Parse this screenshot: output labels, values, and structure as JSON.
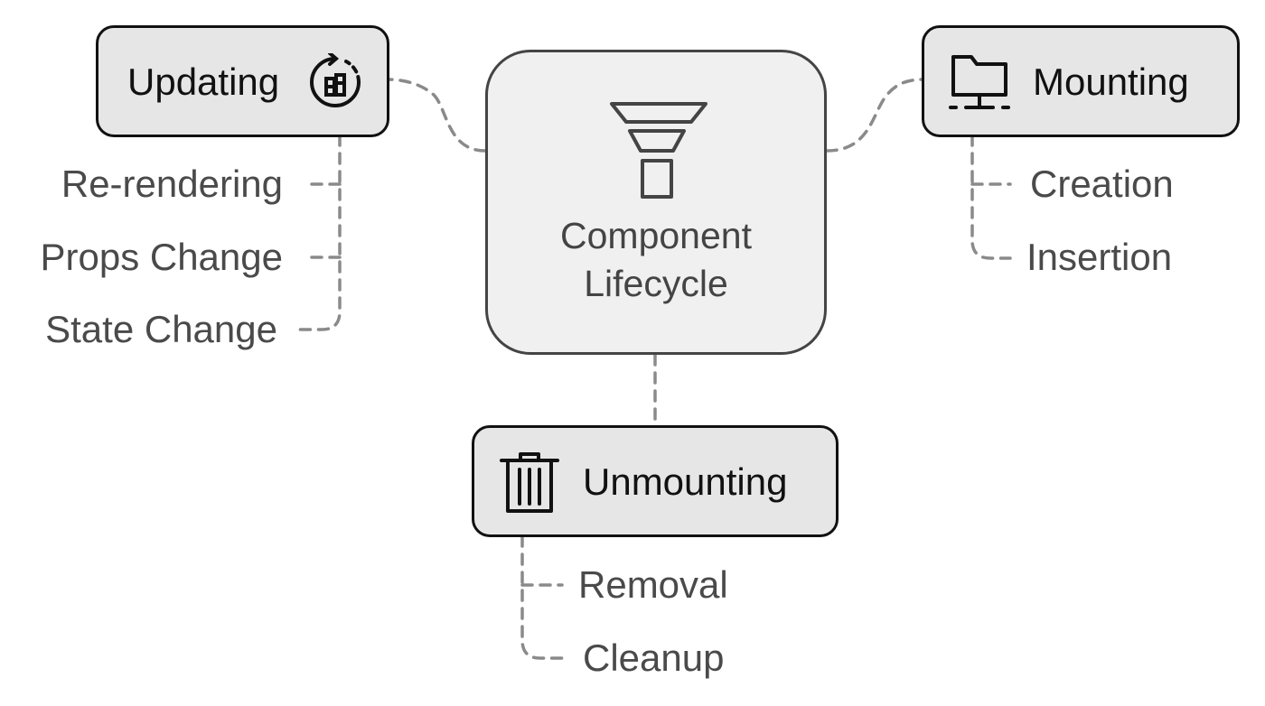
{
  "center": {
    "title_line1": "Component",
    "title_line2": "Lifecycle",
    "icon": "funnel-icon"
  },
  "updating": {
    "label": "Updating",
    "icon": "refresh-cycle-icon",
    "items": [
      "Re-rendering",
      "Props Change",
      "State Change"
    ]
  },
  "mounting": {
    "label": "Mounting",
    "icon": "network-folder-icon",
    "items": [
      "Creation",
      "Insertion"
    ]
  },
  "unmounting": {
    "label": "Unmounting",
    "icon": "trash-icon",
    "items": [
      "Removal",
      "Cleanup"
    ]
  },
  "colors": {
    "box_fill": "#e6e6e6",
    "center_fill": "#f0f0f0",
    "box_border": "#111111",
    "center_border": "#444444",
    "connector": "#8a8a8a",
    "leaf_text": "#4a4a4a"
  }
}
